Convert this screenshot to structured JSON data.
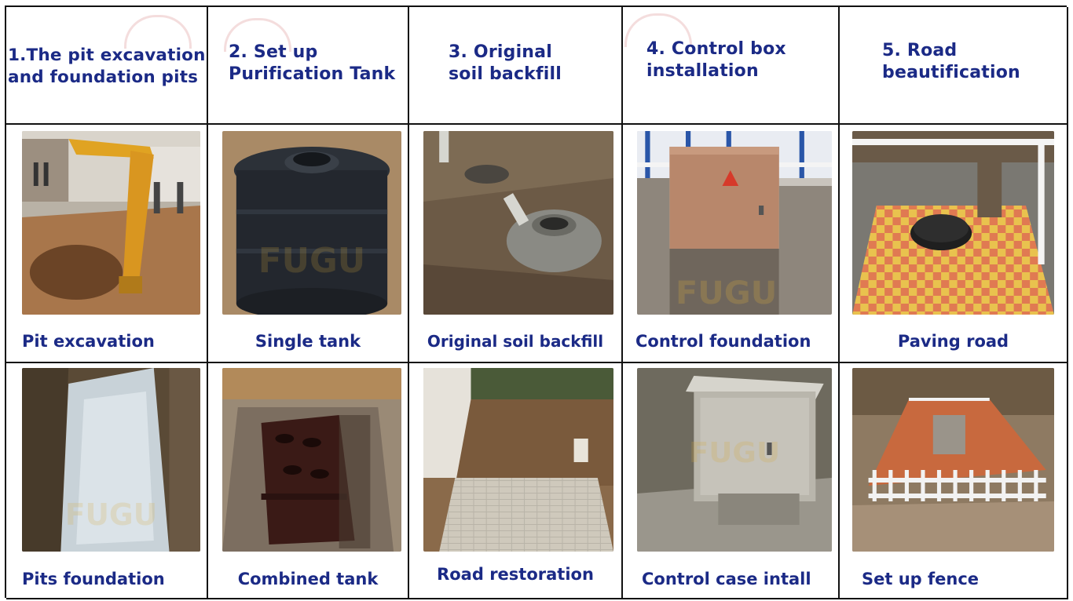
{
  "headers": [
    {
      "title": "1.The pit excavation\nand foundation pits"
    },
    {
      "title": "2.  Set up\nPurification Tank"
    },
    {
      "title": "3. Original\nsoil backfill"
    },
    {
      "title": "4. Control box\ninstallation"
    },
    {
      "title": "5. Road\nbeautification"
    }
  ],
  "row1": [
    {
      "caption": "Pit excavation",
      "photo_icon": "excavator-photo"
    },
    {
      "caption": "Single tank",
      "photo_icon": "round-tank-photo"
    },
    {
      "caption": "Original soil backfill",
      "photo_icon": "buried-tank-photo"
    },
    {
      "caption": "Control foundation",
      "photo_icon": "control-box-photo"
    },
    {
      "caption": "Paving road",
      "photo_icon": "paved-courtyard-photo"
    }
  ],
  "row2": [
    {
      "caption": "Pits foundation",
      "photo_icon": "concrete-wall-photo"
    },
    {
      "caption": "Combined tank",
      "photo_icon": "combined-tank-photo"
    },
    {
      "caption": "Road restoration",
      "photo_icon": "brick-road-photo"
    },
    {
      "caption": "Control case intall",
      "photo_icon": "steel-case-photo"
    },
    {
      "caption": "Set up fence",
      "photo_icon": "fence-photo"
    }
  ],
  "watermark": {
    "text": "FUGU"
  },
  "colors": {
    "caption": "#1b2a86",
    "border": "#111111",
    "watermark": "#d6aa3c"
  }
}
